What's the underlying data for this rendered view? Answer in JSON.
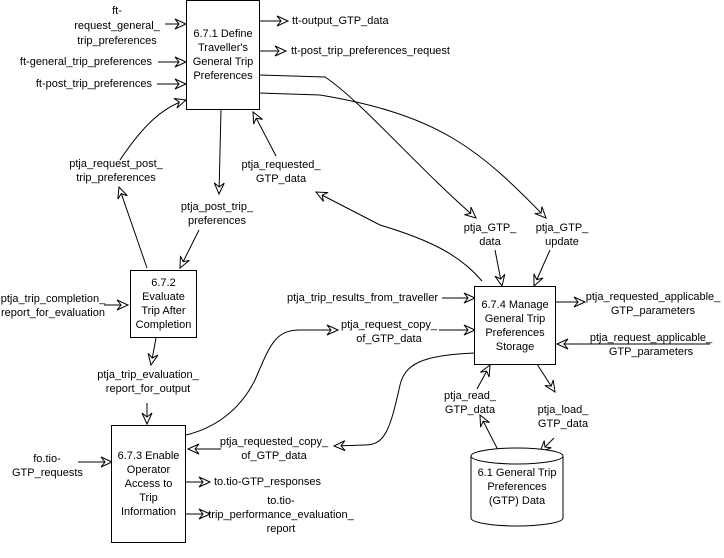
{
  "diagram": {
    "processes": [
      {
        "id": "p671",
        "label": "6.7.1 Define\nTraveller's\nGeneral Trip\nPreferences"
      },
      {
        "id": "p672",
        "label": "6.7.2\nEvaluate\nTrip After\nCompletion"
      },
      {
        "id": "p673",
        "label": "6.7.3 Enable\nOperator\nAccess to\nTrip\nInformation"
      },
      {
        "id": "p674",
        "label": "6.7.4 Manage\nGeneral Trip\nPreferences\nStorage"
      }
    ],
    "store": {
      "id": "s61",
      "label": "6.1 General Trip\nPreferences\n(GTP) Data"
    },
    "flows": {
      "ft_request_general": "ft-\nrequest_general_\ntrip_preferences",
      "ft_general": "ft-general_trip_preferences",
      "ft_post": "ft-post_trip_preferences",
      "tt_output": "tt-output_GTP_data",
      "tt_post_request": "tt-post_trip_preferences_request",
      "ptja_request_post": "ptja_request_post_\ntrip_preferences",
      "ptja_requested_gtp": "ptja_requested_\nGTP_data",
      "ptja_post_trip": "ptja_post_trip_\npreferences",
      "ptja_gtp_data": "ptja_GTP_\ndata",
      "ptja_gtp_update": "ptja_GTP_\nupdate",
      "ptja_trip_completion": "ptja_trip_completion_\nreport_for_evaluation",
      "ptja_trip_results": "ptja_trip_results_from_traveller",
      "ptja_request_copy": "ptja_request_copy_\nof_GTP_data",
      "ptja_requested_applicable": "ptja_requested_applicable_\nGTP_parameters",
      "ptja_request_applicable": "ptja_request_applicable_\nGTP_parameters",
      "ptja_trip_evaluation": "ptja_trip_evaluation_\nreport_for_output",
      "ptja_read": "ptja_read_\nGTP_data",
      "ptja_load": "ptja_load_\nGTP_data",
      "fo_tio_requests": "fo.tio-\nGTP_requests",
      "ptja_requested_copy": "ptja_requested_copy_\nof_GTP_data",
      "to_tio_responses": "to.tio-GTP_responses",
      "to_tio_report": "to.tio-\ntrip_performance_evaluation_\nreport"
    }
  }
}
